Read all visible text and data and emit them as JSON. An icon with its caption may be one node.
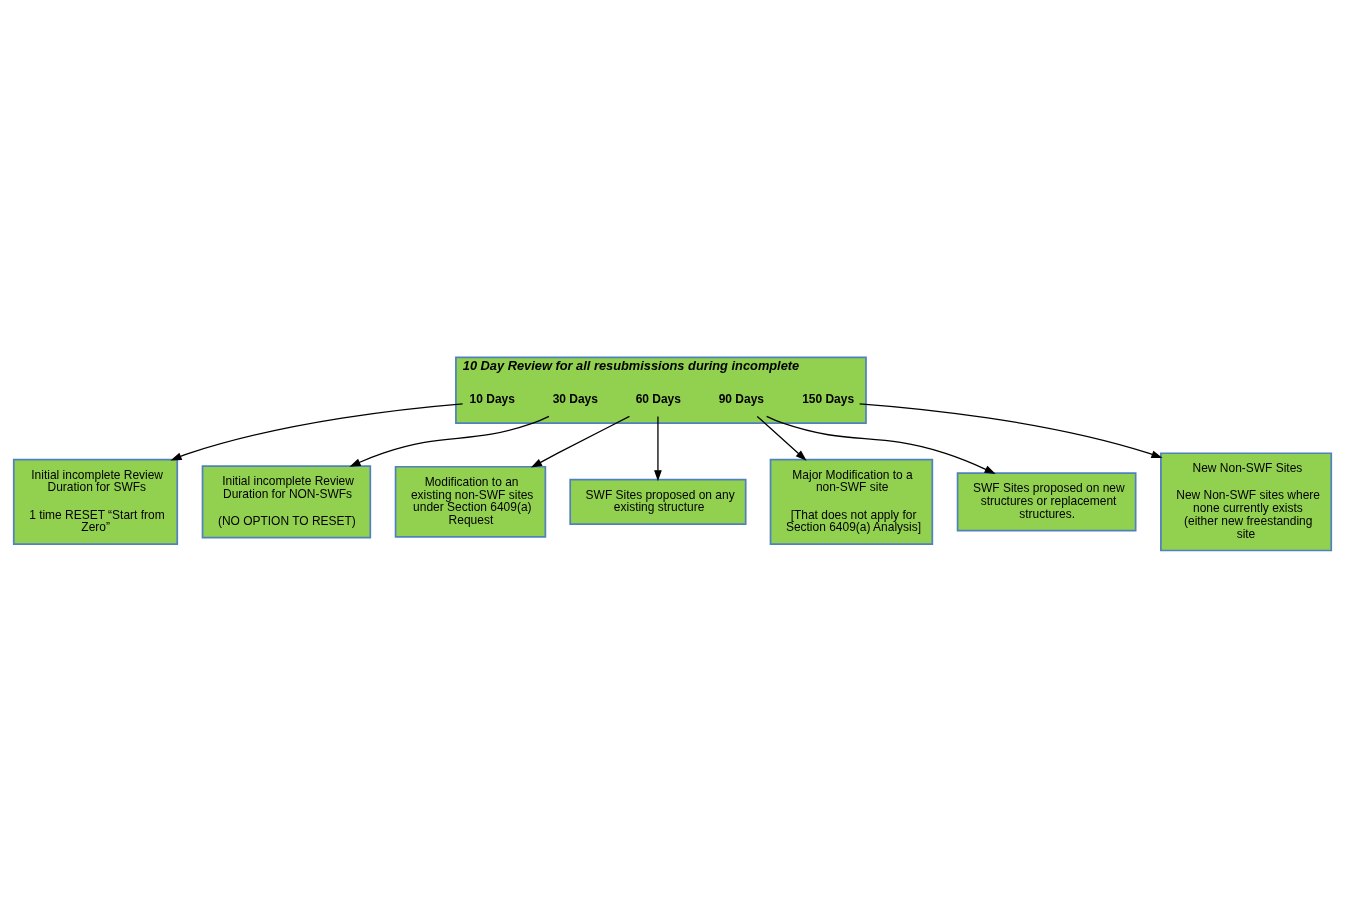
{
  "diagram": {
    "nodes": [
      {
        "text": [
          "10 Day Review for all resubmissions during incomplete"
        ]
      },
      {
        "text": [
          "10 Days"
        ],
        "in": 0
      },
      {
        "text": [
          "30 Days"
        ],
        "in": 0
      },
      {
        "text": [
          "60 Days"
        ],
        "in": 0
      },
      {
        "text": [
          "90 Days"
        ],
        "in": 0
      },
      {
        "text": [
          "150 Days"
        ],
        "in": 0
      },
      {
        "text": [
          "Initial incomplete Review Duration for SWFs",
          "1 time RESET “Start from Zero”"
        ]
      },
      {
        "text": [
          "Modification to an existing non-SWF sites under Section 6409(a) Request"
        ]
      },
      {
        "text": [
          "Major Modification to a non-SWF site",
          "[That does not apply for Section 6409(a) Analysis]"
        ]
      },
      {
        "text": [
          "New Non-SWF Sites",
          "New Non-SWF sites where none currently exists (either new freestanding site"
        ]
      },
      {
        "text": [
          "SWF Sites proposed on any existing structure"
        ]
      },
      {
        "text": [
          "Initial incomplete Review Duration for NON-SWFs",
          "(NO OPTION TO RESET)"
        ]
      },
      {
        "text": [
          "SWF Sites proposed on new structures or replacement structures."
        ]
      }
    ],
    "edges": [
      {
        "from": 1,
        "to": 6,
        "arrow": "to"
      },
      {
        "from": 2,
        "to": 11,
        "arrow": "to"
      },
      {
        "from": 3,
        "to": 7,
        "arrow": "to"
      },
      {
        "from": 3,
        "to": 10,
        "arrow": "to"
      },
      {
        "from": 4,
        "to": 8,
        "arrow": "to"
      },
      {
        "from": 4,
        "to": 12,
        "arrow": "to"
      },
      {
        "from": 5,
        "to": 9,
        "arrow": "to"
      }
    ]
  }
}
